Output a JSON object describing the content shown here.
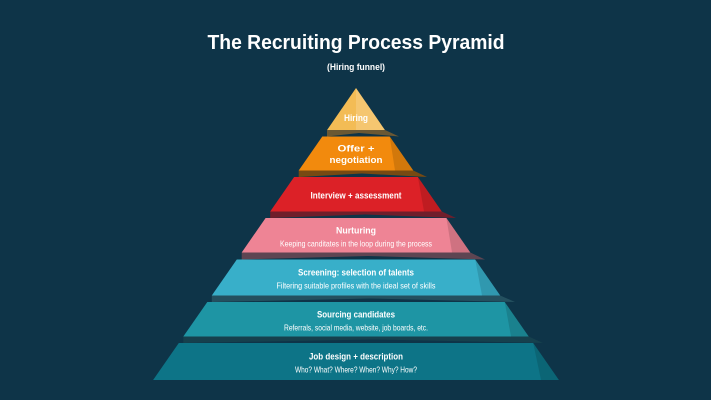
{
  "title": "The Recruiting Process Pyramid",
  "subtitle": "(Hiring funnel)",
  "background": "#0E3448",
  "text_color": "#FFFFFF",
  "levels": [
    {
      "name": "hiring",
      "title": "Hiring",
      "color": "#F3BC55",
      "fold": "#6B5833"
    },
    {
      "name": "offer-negotiation",
      "title": "Offer +",
      "title2": "negotiation",
      "color": "#F28A0D",
      "fold": "#774A12"
    },
    {
      "name": "interview-assessment",
      "title": "Interview + assessment",
      "color": "#DC2127",
      "fold": "#701E2B"
    },
    {
      "name": "nurturing",
      "title": "Nurturing",
      "subtitle": "Keeping canditates in the loop during the process",
      "color": "#EE8495",
      "fold": "#5E4552"
    },
    {
      "name": "screening",
      "title": "Screening: selection of talents",
      "subtitle": "Filtering suitable profiles with the ideal set of skills",
      "color": "#38AFC9",
      "fold": "#24505F"
    },
    {
      "name": "sourcing",
      "title": "Sourcing candidates",
      "subtitle": "Referrals, social media, website, job boards, etc.",
      "color": "#1E95A4",
      "fold": "#16404D"
    },
    {
      "name": "job-design",
      "title": "Job design + description",
      "subtitle": "Who? What? Where? When? Why? How?",
      "color": "#0D7487"
    }
  ]
}
